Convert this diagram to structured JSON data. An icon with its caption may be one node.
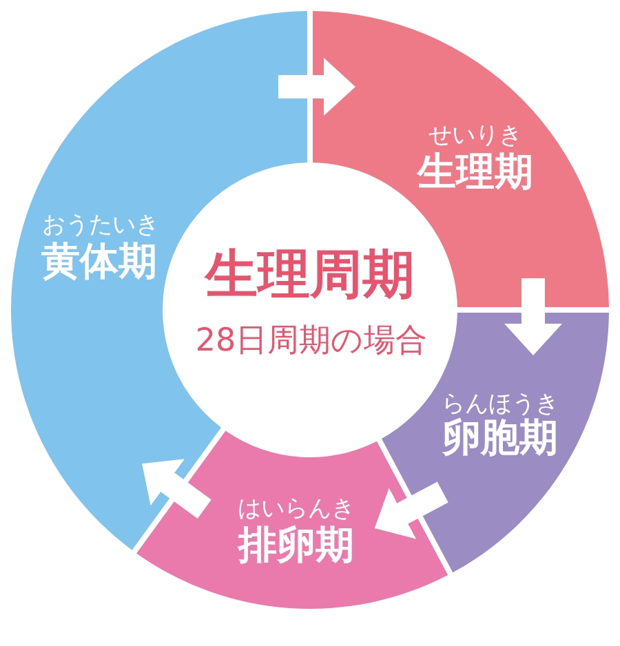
{
  "diagram": {
    "nodes": [
      {
        "text": [
          "せいりき",
          "生理期"
        ]
      },
      {
        "text": [
          "おうたいき",
          "黄体期"
        ]
      },
      {
        "text": [
          "生理周期",
          "28日周期の場合"
        ]
      },
      {
        "text": [
          "らんほうき",
          "卵胞期"
        ]
      },
      {
        "text": [
          "はいらんき",
          "排卵期"
        ]
      }
    ],
    "edges": [
      {
        "from": 1,
        "to": 0,
        "arrow": "to"
      },
      {
        "from": 0,
        "to": 3,
        "arrow": "to"
      },
      {
        "from": 3,
        "to": 4,
        "arrow": "to"
      },
      {
        "from": 4,
        "to": 1,
        "arrow": "to"
      }
    ]
  }
}
